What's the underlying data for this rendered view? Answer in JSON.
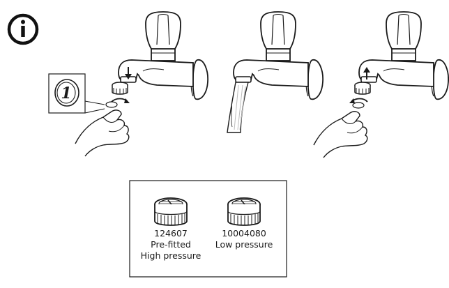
{
  "info_icon": {
    "glyph": "i",
    "icon": "info-icon"
  },
  "coin": {
    "glyph": "1",
    "icon": "coin-icon"
  },
  "aerators": [
    {
      "code": "124607",
      "lines": [
        "Pre-fitted",
        "High pressure"
      ]
    },
    {
      "code": "10004080",
      "lines": [
        "Low pressure"
      ]
    }
  ],
  "colors": {
    "line": "#1a1a1a",
    "fill": "#ffffff",
    "gray": "#bcbcbc"
  }
}
